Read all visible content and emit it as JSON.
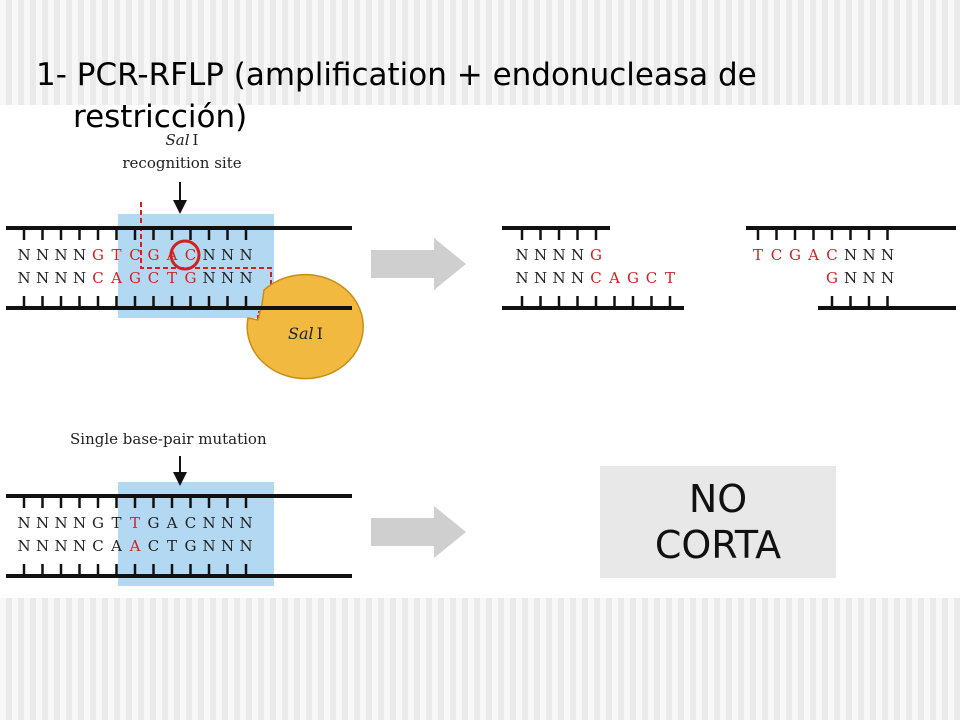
{
  "title": {
    "line1": "1- PCR-RFLP (amplification + endonucleasa de",
    "line2": "restricción)"
  },
  "panel_top": {
    "site_label_enzyme": "Sal",
    "site_label_numeral": "I",
    "site_label_text": "recognition site",
    "top_strand": [
      "N",
      "N",
      "N",
      "N",
      "G",
      "T",
      "C",
      "G",
      "A",
      "C",
      "N",
      "N",
      "N"
    ],
    "bottom_strand": [
      "N",
      "N",
      "N",
      "N",
      "C",
      "A",
      "G",
      "C",
      "T",
      "G",
      "N",
      "N",
      "N"
    ],
    "enzyme_name": "Sal",
    "enzyme_numeral": "I"
  },
  "panel_cut": {
    "left_top": [
      "N",
      "N",
      "N",
      "N",
      "G"
    ],
    "left_bottom": [
      "N",
      "N",
      "N",
      "N",
      "C",
      "A",
      "G",
      "C",
      "T"
    ],
    "right_top": [
      "T",
      "C",
      "G",
      "A",
      "C",
      "N",
      "N",
      "N"
    ],
    "right_bottom": [
      "G",
      "N",
      "N",
      "N"
    ]
  },
  "panel_mutation": {
    "label": "Single base-pair mutation",
    "top_strand": [
      "N",
      "N",
      "N",
      "N",
      "G",
      "T",
      "T",
      "G",
      "A",
      "C",
      "N",
      "N",
      "N"
    ],
    "bottom_strand": [
      "N",
      "N",
      "N",
      "N",
      "C",
      "A",
      "A",
      "C",
      "T",
      "G",
      "N",
      "N",
      "N"
    ]
  },
  "result_box": {
    "text": "NO\nCORTA"
  },
  "colors": {
    "highlight": "#b3d9f2",
    "site_red": "#d42020",
    "enzyme_fill": "#f2b941",
    "arrow_gray": "#cfcfcf",
    "box_bg": "#e8e8e8"
  }
}
